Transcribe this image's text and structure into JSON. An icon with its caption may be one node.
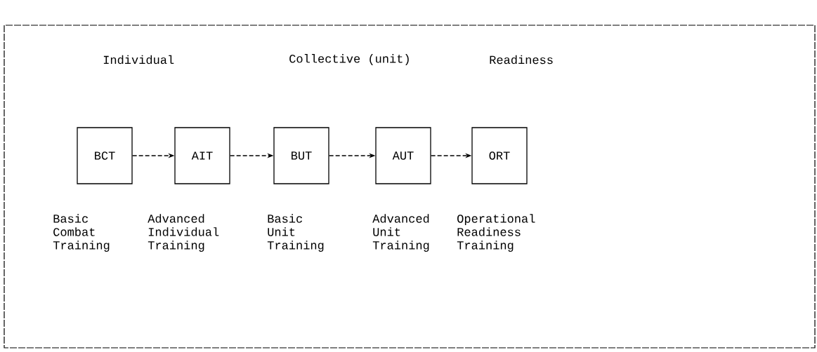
{
  "diagram": {
    "nodes": [
      {
        "text": [
          "BCT"
        ],
        "beside": [
          "Basic Combat Training"
        ]
      },
      {
        "text": [
          "AIT"
        ],
        "beside": [
          "Advanced Individual Training"
        ]
      },
      {
        "text": [
          "BUT"
        ],
        "beside": [
          "Basic Unit Training"
        ]
      },
      {
        "text": [
          "AUT"
        ],
        "beside": [
          "Advanced Unit Training"
        ]
      },
      {
        "text": [
          "ORT"
        ],
        "beside": [
          "Operational Readiness Training"
        ]
      }
    ],
    "edges": [
      {
        "from": 0,
        "to": 1,
        "arrow": "to",
        "style": "dashed"
      },
      {
        "from": 1,
        "to": 2,
        "arrow": "to",
        "style": "dashed"
      },
      {
        "from": 2,
        "to": 3,
        "arrow": "to",
        "style": "dashed"
      },
      {
        "from": 3,
        "to": 4,
        "arrow": "to",
        "style": "dashed"
      }
    ],
    "labels": [
      "Individual",
      "Collective (unit)",
      "Readiness"
    ]
  }
}
